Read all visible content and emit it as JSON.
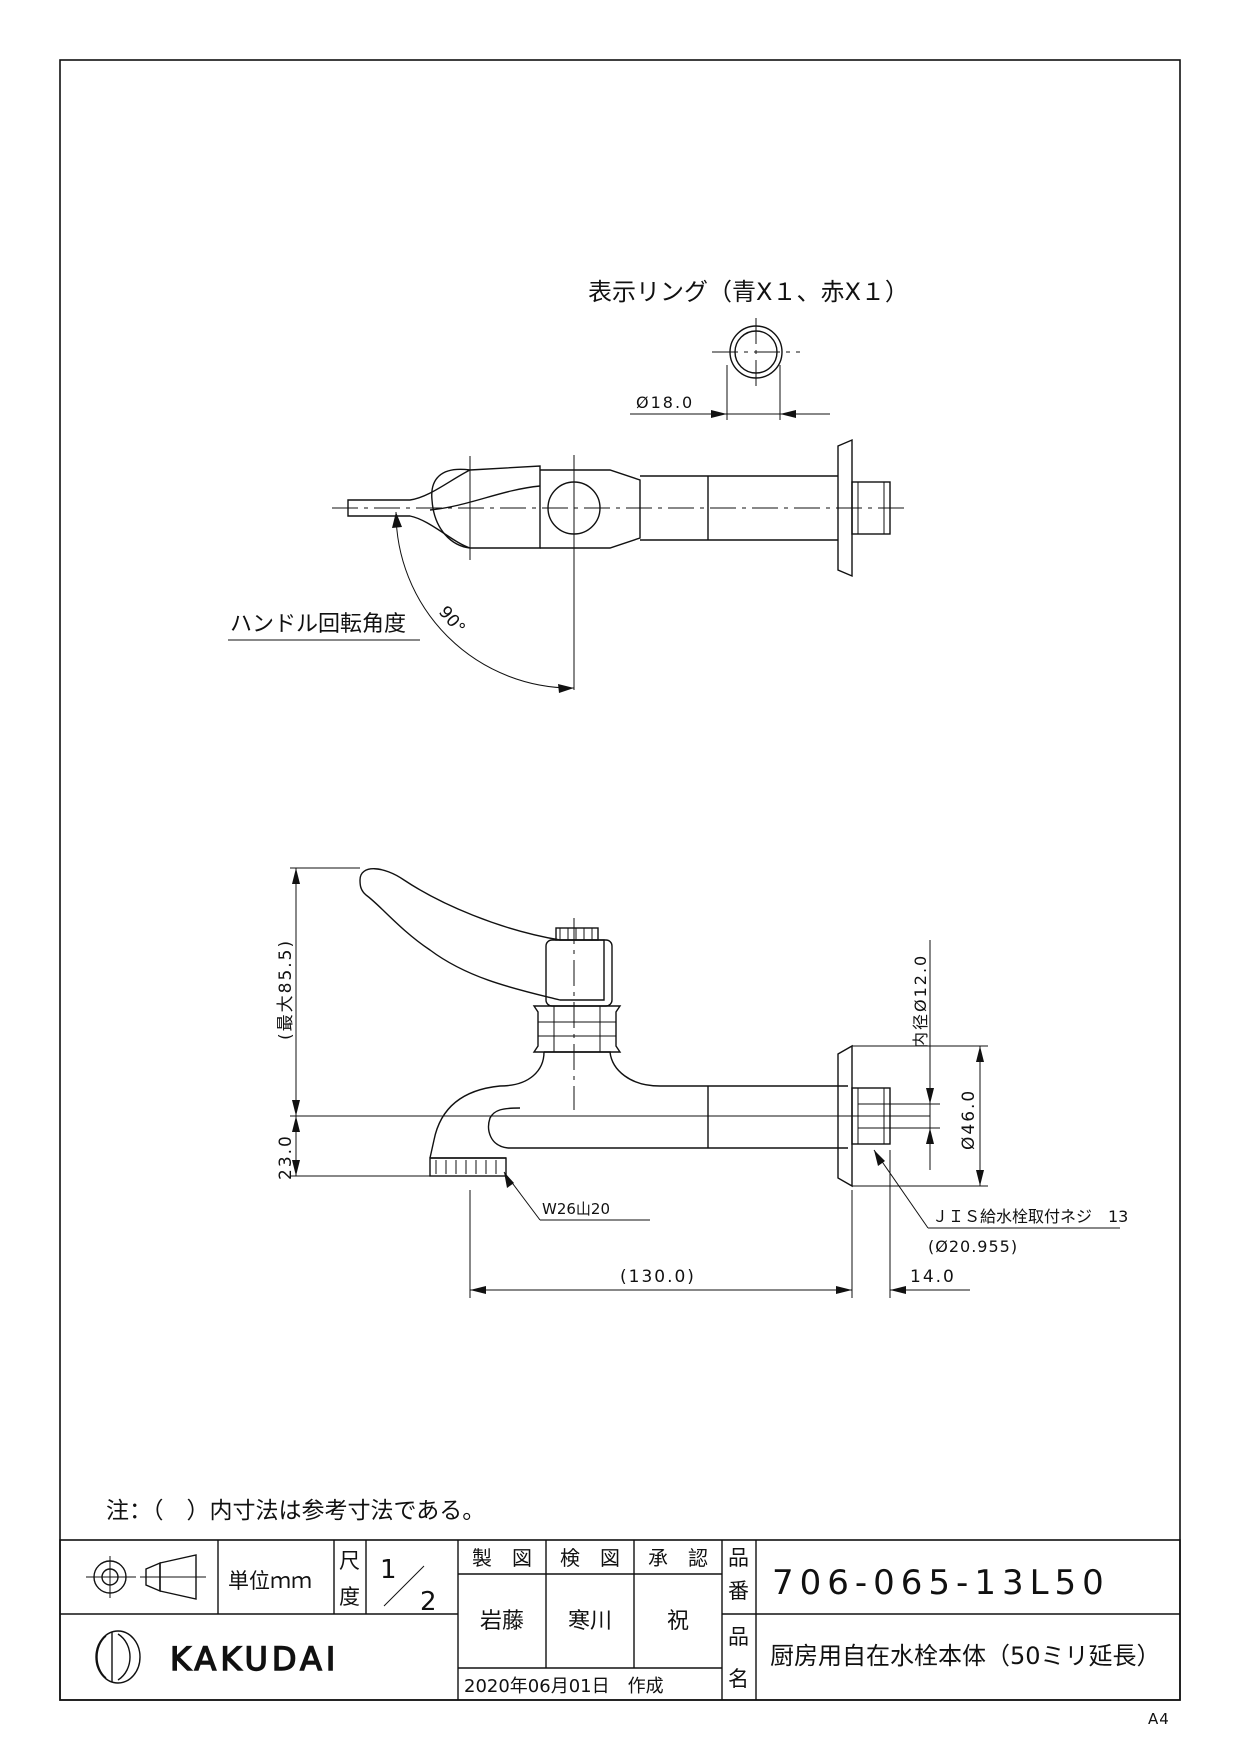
{
  "drawing": {
    "ring_label": "表示リング（青X１、赤X１）",
    "ring_dia": "Ø18.0",
    "handle_label": "ハンドル回転角度",
    "handle_angle": "90°",
    "max_height": "(最大85.5)",
    "spout_height": "23.0",
    "inner_dia": "内径Ø12.0",
    "flange_dia": "Ø46.0",
    "thread_spout": "W26山20",
    "thread_jis": "ＪＩＳ給水栓取付ネジ　13",
    "thread_jis_dia": "(Ø20.955)",
    "length_main": "(130.0)",
    "length_thread": "14.0"
  },
  "note": "注：（　）内寸法は参考寸法である。",
  "title_block": {
    "unit": "単位ｍｍ",
    "scale_label": [
      "尺",
      "度"
    ],
    "scale_num": "1",
    "scale_den": "2",
    "roles": [
      "製　図",
      "検　図",
      "承　認"
    ],
    "names": [
      "岩藤",
      "寒川",
      "祝"
    ],
    "date": "2020年06月01日　作成",
    "part_no_label": [
      "品",
      "番"
    ],
    "part_no": "706-065-13L50",
    "part_name_label": [
      "品",
      "名"
    ],
    "part_name": "厨房用自在水栓本体（50ミリ延長）",
    "company": "KAKUDAI",
    "sheet_size": "A4"
  }
}
